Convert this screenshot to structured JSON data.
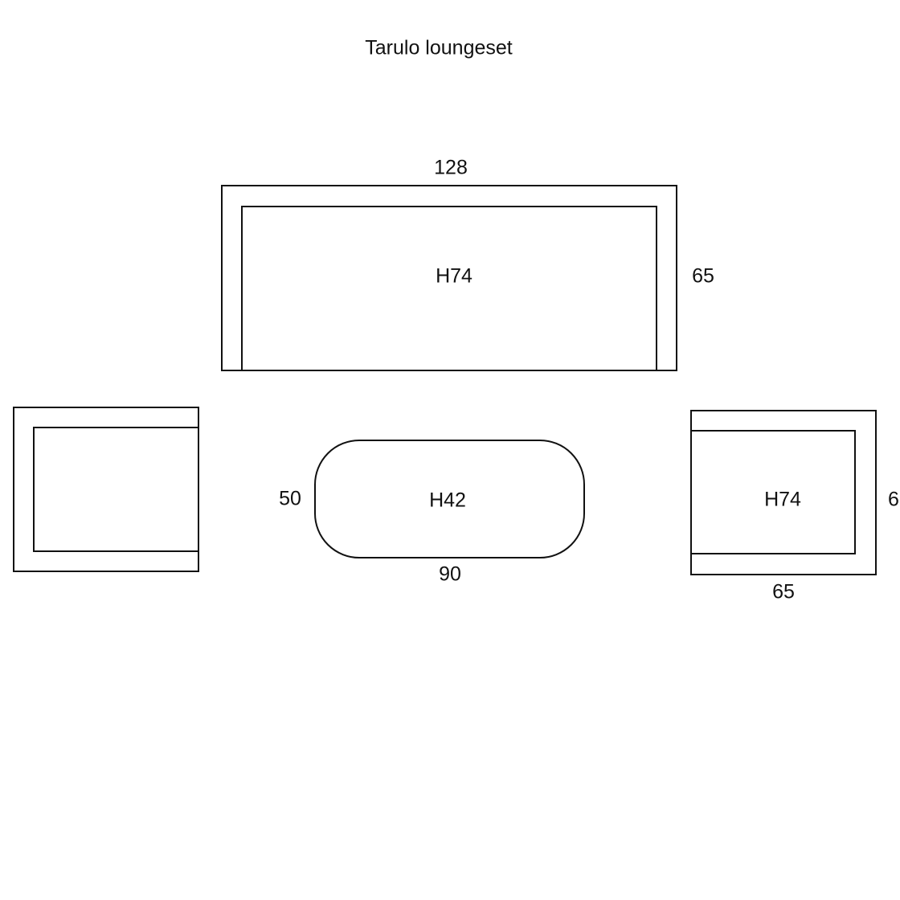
{
  "title": "Tarulo loungeset",
  "sofa": {
    "width_label": "128",
    "depth_label": "65",
    "height_label": "H74"
  },
  "table": {
    "width_label": "90",
    "depth_label": "50",
    "height_label": "H42"
  },
  "chair_right": {
    "width_label": "65",
    "depth_label": "6",
    "height_label": "H74"
  }
}
